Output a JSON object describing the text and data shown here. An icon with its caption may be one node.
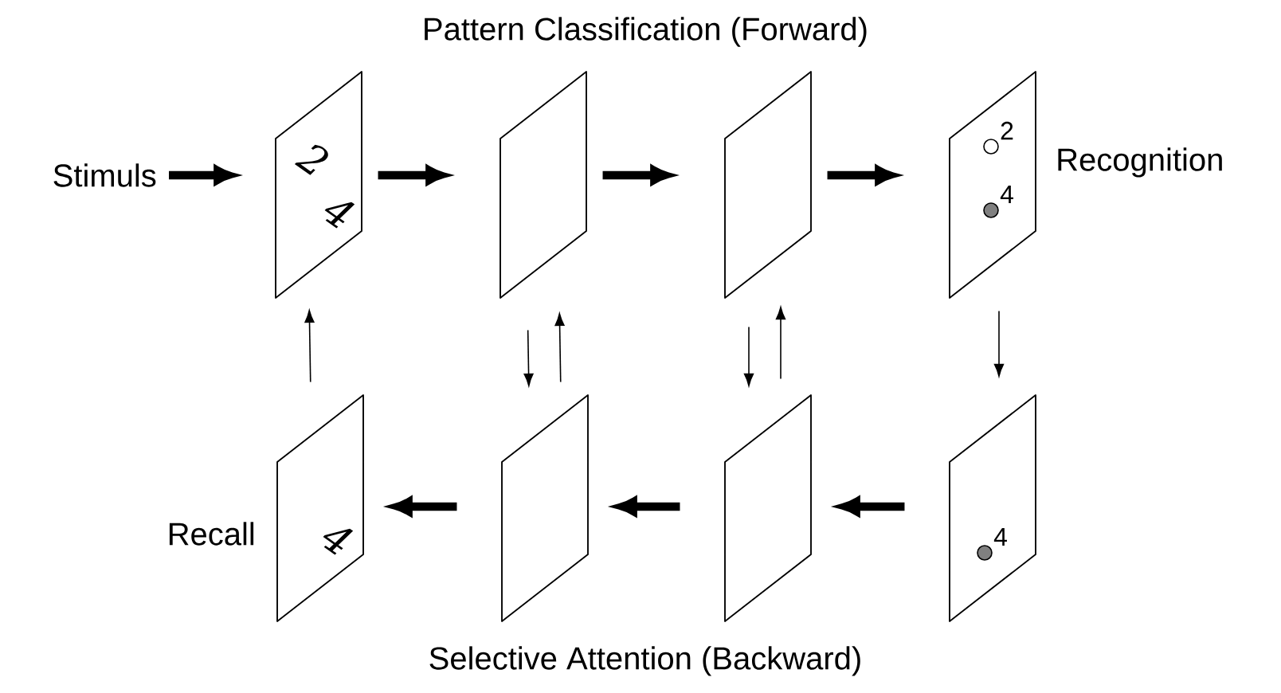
{
  "diagram": {
    "title": "Pattern Classification (Forward)",
    "caption": "Selective Attention (Backward)",
    "nodes": [
      {
        "text": [
          "Stimuls"
        ]
      },
      {
        "text": [
          "2",
          "4"
        ]
      },
      {
        "text": [],
        "shape": "parallelogram"
      },
      {
        "text": [],
        "shape": "parallelogram"
      },
      {
        "text": [
          "2",
          "4"
        ],
        "beside": [
          "Recognition"
        ]
      },
      {
        "text": [
          "4"
        ],
        "beside": [
          "Recall"
        ]
      },
      {
        "text": [],
        "shape": "parallelogram"
      },
      {
        "text": [],
        "shape": "parallelogram"
      },
      {
        "text": [
          "4"
        ]
      }
    ],
    "edges": [
      {
        "from": 0,
        "to": 1,
        "arrow": "to"
      },
      {
        "from": 1,
        "to": 2,
        "arrow": "to"
      },
      {
        "from": 2,
        "to": 3,
        "arrow": "to"
      },
      {
        "from": 3,
        "to": 4,
        "arrow": "to"
      },
      {
        "from": 4,
        "to": 8,
        "arrow": "to"
      },
      {
        "from": 8,
        "to": 7,
        "arrow": "to"
      },
      {
        "from": 7,
        "to": 6,
        "arrow": "to"
      },
      {
        "from": 6,
        "to": 5,
        "arrow": "to"
      },
      {
        "from": 5,
        "to": 1,
        "arrow": "to"
      },
      {
        "from": 2,
        "to": 6,
        "arrow": "to"
      },
      {
        "from": 6,
        "to": 2,
        "arrow": "to"
      },
      {
        "from": 3,
        "to": 7,
        "arrow": "to"
      },
      {
        "from": 7,
        "to": 3,
        "arrow": "to"
      }
    ]
  }
}
